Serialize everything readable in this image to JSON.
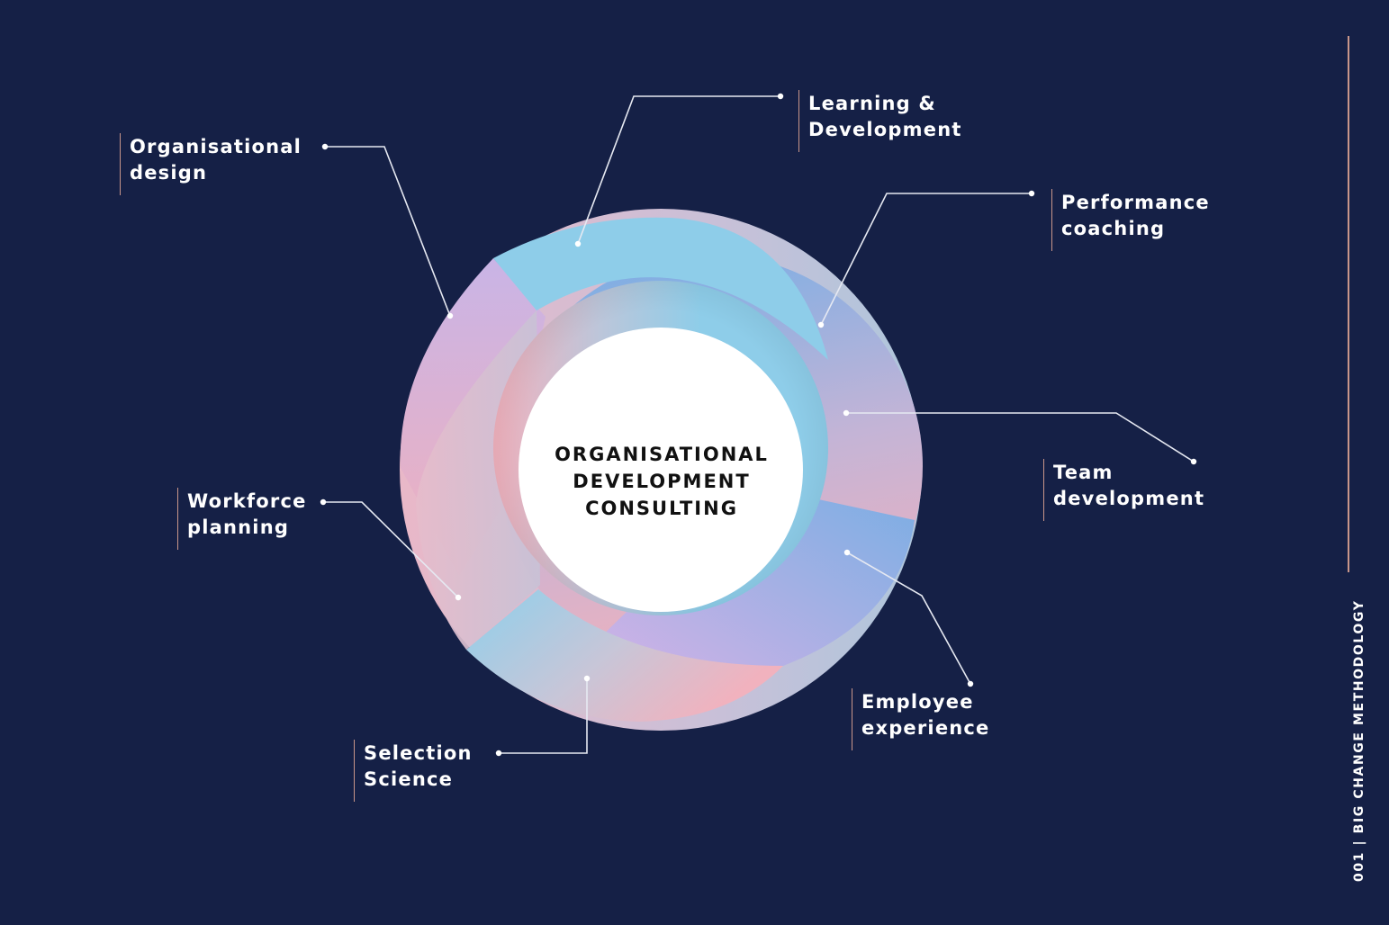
{
  "center": {
    "line1": "ORGANISATIONAL",
    "line2": "DEVELOPMENT",
    "line3": "CONSULTING"
  },
  "labels": {
    "organisational_design": {
      "line1": "Organisational",
      "line2": "design"
    },
    "learning_development": {
      "line1": "Learning &",
      "line2": "Development"
    },
    "performance_coaching": {
      "line1": "Performance",
      "line2": "coaching"
    },
    "team_development": {
      "line1": "Team",
      "line2": "development"
    },
    "workforce_planning": {
      "line1": "Workforce",
      "line2": "planning"
    },
    "employee_experience": {
      "line1": "Employee",
      "line2": "experience"
    },
    "selection_science": {
      "line1": "Selection",
      "line2": "Science"
    }
  },
  "side_caption": "001  |  BIG CHANGE METHODOLOGY",
  "colors": {
    "background": "#152046",
    "accent_line": "#c9968a",
    "sky_blue": "#8ecce9",
    "periwinkle": "#7eaee2",
    "lavender": "#c8b2e6",
    "pink": "#f0b1be",
    "connector": "#e6e9f2"
  }
}
